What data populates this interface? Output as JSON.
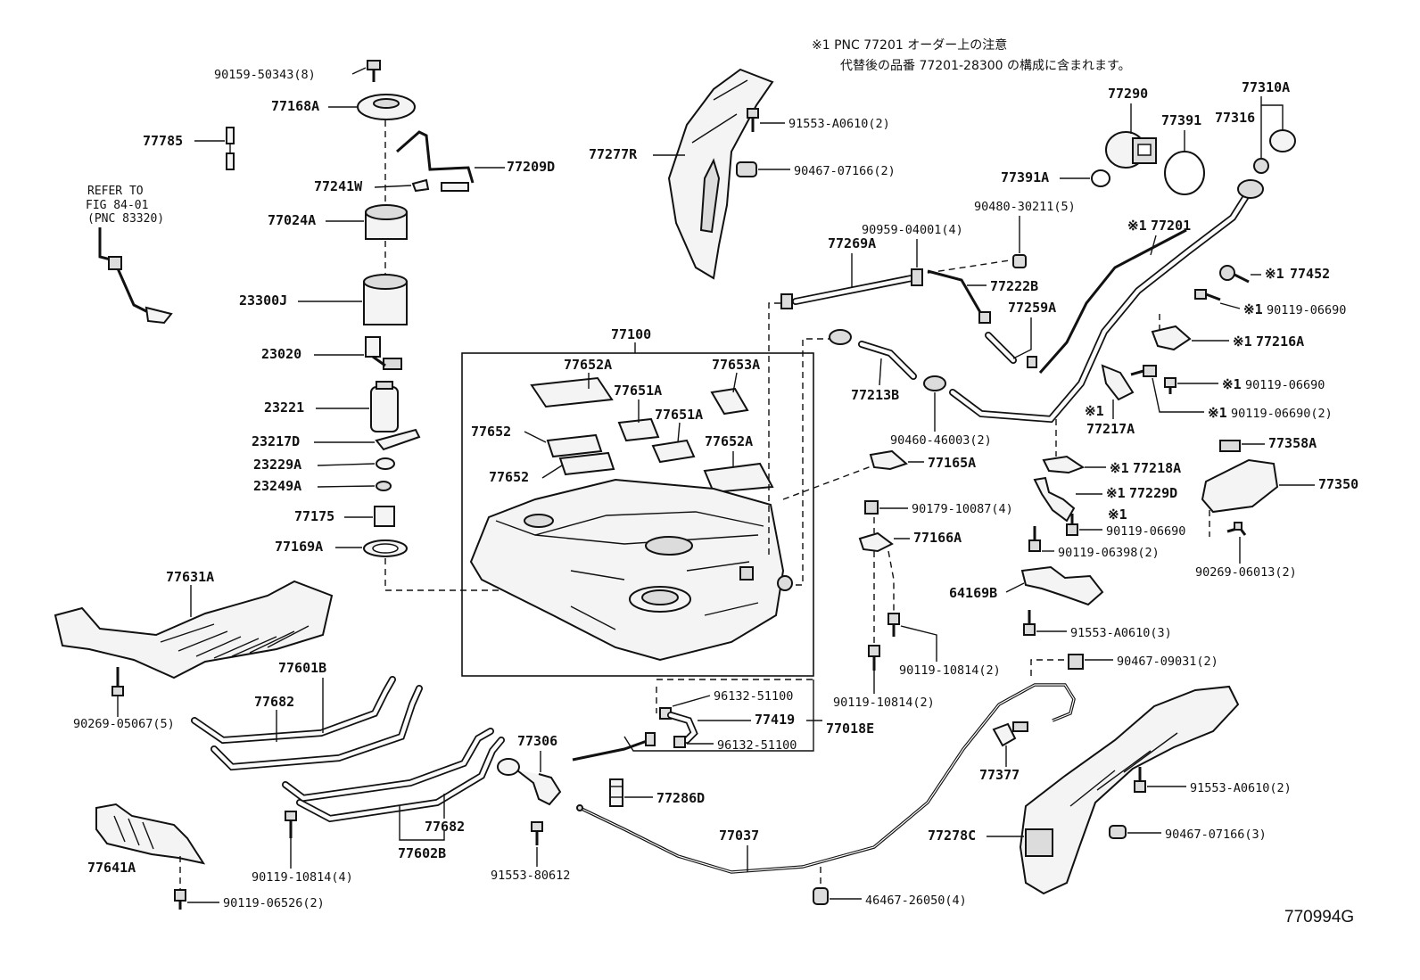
{
  "note": {
    "line1": "※1  PNC 77201  オーダー上の注意",
    "line2": "代替後の品番  77201-28300  の構成に含まれます。"
  },
  "refer": {
    "line1": "REFER TO",
    "line2": "FIG 84-01",
    "line3": "(PNC 83320)"
  },
  "figure_id": "770994G",
  "labels": {
    "p90159": "90159-50343(8)",
    "p77168A": "77168A",
    "p77785": "77785",
    "p77209D": "77209D",
    "p77241W": "77241W",
    "p77024A": "77024A",
    "p23300J": "23300J",
    "p23020": "23020",
    "p23221": "23221",
    "p23217D": "23217D",
    "p23229A": "23229A",
    "p23249A": "23249A",
    "p77175": "77175",
    "p77169A": "77169A",
    "p77631A": "77631A",
    "p90269_05067": "90269-05067(5)",
    "p77601B": "77601B",
    "p77682a": "77682",
    "p77682b": "77682",
    "p77602B": "77602B",
    "p77641A": "77641A",
    "p90119_06526": "90119-06526(2)",
    "p90119_10814_4": "90119-10814(4)",
    "p77306": "77306",
    "p91553_80612": "91553-80612",
    "p77286D": "77286D",
    "p77037": "77037",
    "p46467": "46467-26050(4)",
    "p96132a": "96132-51100",
    "p77419": "77419",
    "p77018E": "77018E",
    "p96132b": "96132-51100",
    "p77100": "77100",
    "p77652Aa": "77652A",
    "p77653A": "77653A",
    "p77651Aa": "77651A",
    "p77651Ab": "77651A",
    "p77652a": "77652",
    "p77652b": "77652",
    "p77652Ab": "77652A",
    "p77277R": "77277R",
    "p91553_A0610a": "91553-A0610(2)",
    "p90467_07166a": "90467-07166(2)",
    "p77269A": "77269A",
    "p90959": "90959-04001(4)",
    "p90480": "90480-30211(5)",
    "p77222B": "77222B",
    "p77259A": "77259A",
    "p77213B": "77213B",
    "p90460": "90460-46003(2)",
    "p77165A": "77165A",
    "p90179": "90179-10087(4)",
    "p77166A": "77166A",
    "p90119_10814a": "90119-10814(2)",
    "p90119_10814b": "90119-10814(2)",
    "p77290": "77290",
    "p77310A": "77310A",
    "p77391": "77391",
    "p77316": "77316",
    "p77391A": "77391A",
    "p77201": "77201",
    "p77452": "77452",
    "p90119_06690a": "90119-06690",
    "p77216A": "77216A",
    "p90119_06690b": "90119-06690",
    "p90119_06690c": "90119-06690(2)",
    "p77217A": "77217A",
    "p77358A": "77358A",
    "p77218A": "77218A",
    "p77229D": "77229D",
    "p77350": "77350",
    "p90119_06690d": "90119-06690",
    "p90119_06398": "90119-06398(2)",
    "p90269_06013": "90269-06013(2)",
    "p64169B": "64169B",
    "p91553_A0610b": "91553-A0610(3)",
    "p90467_09031": "90467-09031(2)",
    "p77377": "77377",
    "p91553_A0610c": "91553-A0610(2)",
    "p77278C": "77278C",
    "p90467_07166b": "90467-07166(3)",
    "mk": "※1"
  }
}
